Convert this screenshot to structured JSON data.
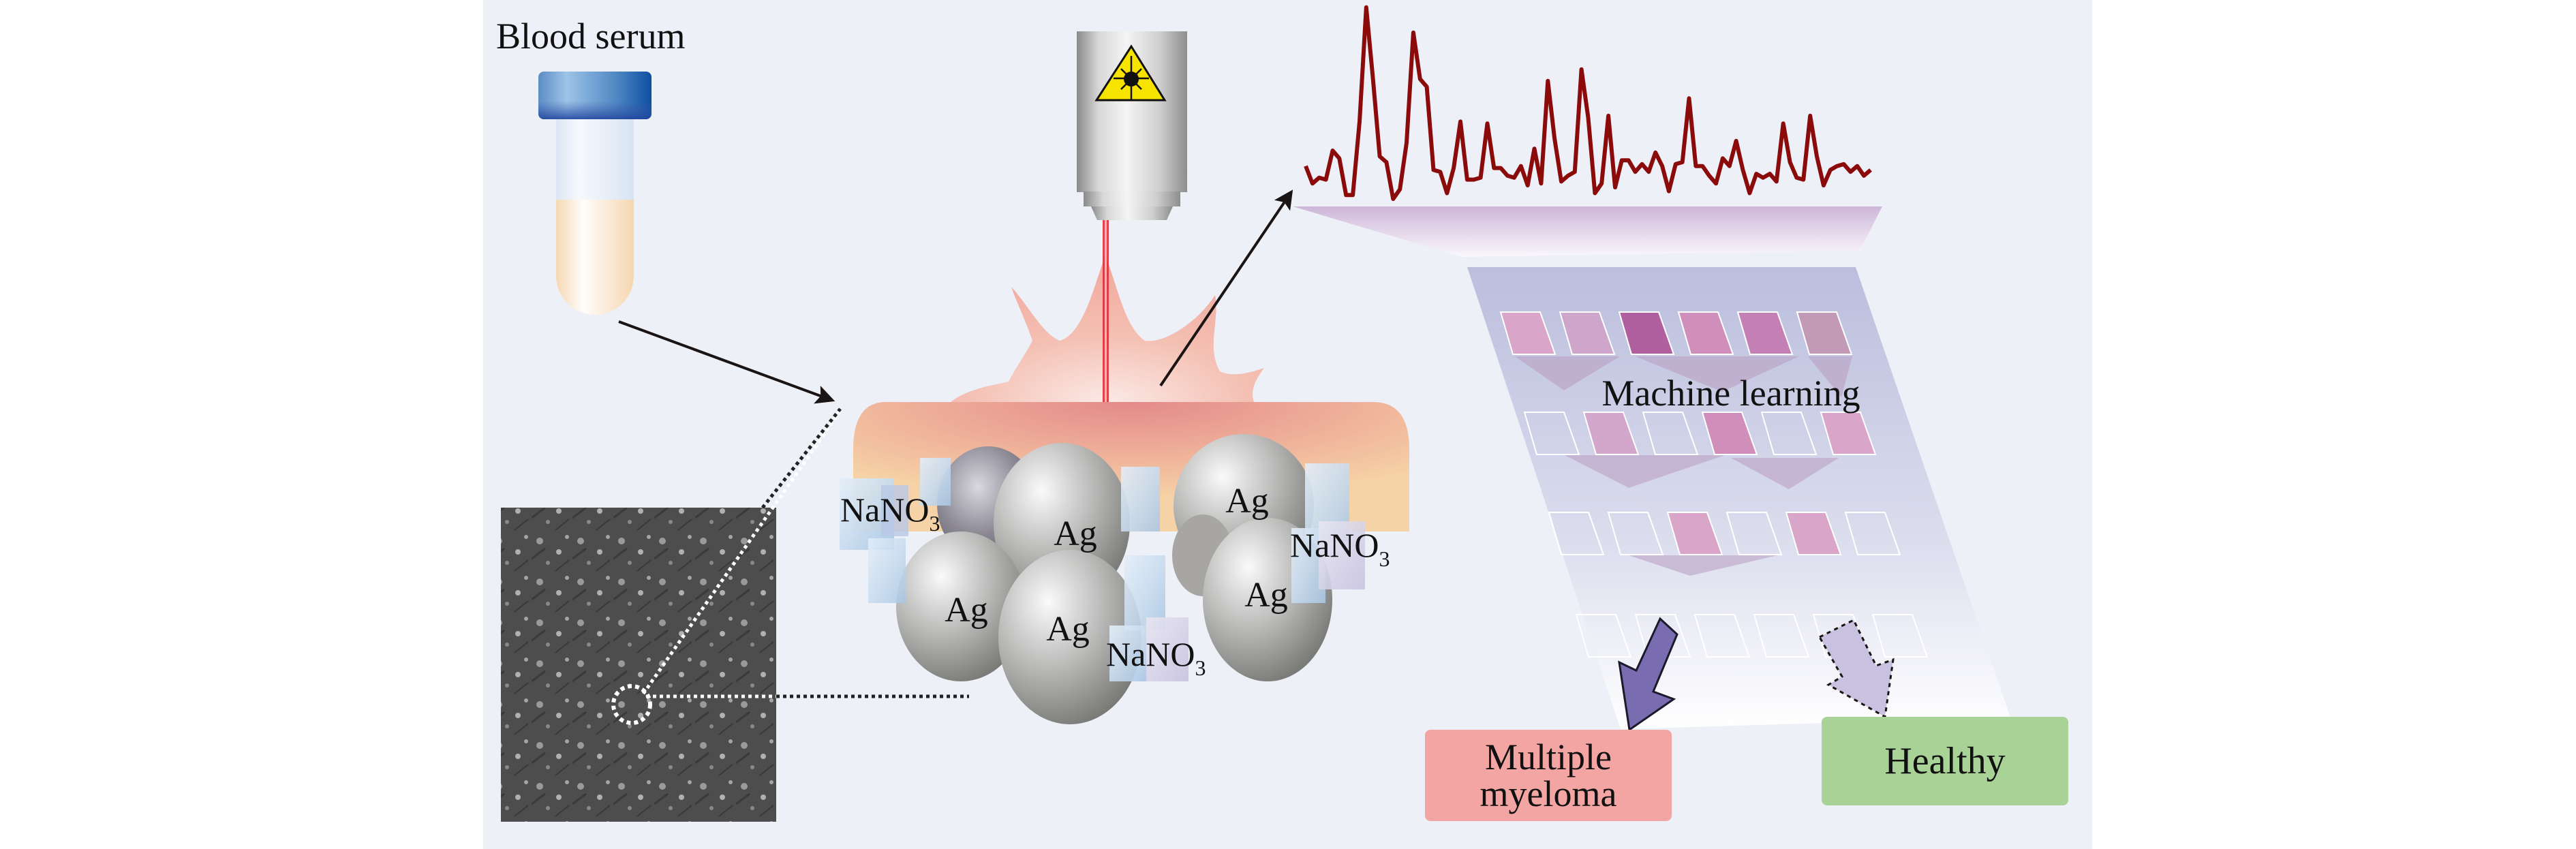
{
  "figure": {
    "title": "Blood serum SERS workflow with Ag / NaNO3 substrate and machine learning classification",
    "background_color": "#edf0f7"
  },
  "labels": {
    "blood_serum": "Blood serum",
    "machine_learning": "Machine learning",
    "ag": "Ag",
    "nano3_base": "NaNO",
    "nano3_sub": "3"
  },
  "particles": {
    "ag_labels": [
      "Ag",
      "Ag",
      "Ag",
      "Ag",
      "Ag"
    ],
    "nano3_labels": [
      "NaNO3",
      "NaNO3",
      "NaNO3"
    ]
  },
  "outcomes": [
    {
      "label": "Multiple myeloma",
      "line1": "Multiple",
      "line2": "myeloma",
      "color": "#f2a5a3",
      "arrow": "solid",
      "arrow_color": "#7a6cb0"
    },
    {
      "label": "Healthy",
      "color": "#a9d296",
      "arrow": "dashed",
      "arrow_color": "#c8c2e0"
    }
  ],
  "ml_grid": {
    "rows": [
      {
        "active": [
          true,
          true,
          true,
          true,
          true,
          true
        ],
        "colors": [
          "#d9a5c8",
          "#cfa6cb",
          "#b05f9f",
          "#d08fba",
          "#c47fb4",
          "#c39ab6"
        ]
      },
      {
        "active": [
          false,
          true,
          false,
          true,
          false,
          true
        ],
        "colors": [
          "",
          "#d3a6cc",
          "",
          "#d08fba",
          "",
          "#d9a5c8"
        ]
      },
      {
        "active": [
          false,
          false,
          true,
          false,
          true,
          false
        ],
        "colors": [
          "",
          "",
          "#d9a5c8",
          "",
          "#d9a5c8",
          ""
        ]
      },
      {
        "active": [
          false,
          false,
          false,
          false,
          false,
          false
        ],
        "colors": [
          "",
          "",
          "",
          "",
          "",
          ""
        ]
      }
    ]
  },
  "icons": {
    "laser_warning": "laser-warning-triangle",
    "sample_tube": "test-tube",
    "sem_image": "sem-micrograph"
  },
  "chart_data": {
    "type": "line",
    "title": "",
    "xlabel": "",
    "ylabel": "",
    "grid": false,
    "series": [
      {
        "name": "Raman spectrum",
        "color": "#8b0a0a",
        "x": [
          0,
          1,
          2,
          3,
          4,
          5,
          6,
          7,
          8,
          9,
          10,
          11,
          12,
          13,
          14,
          15,
          16,
          17,
          18,
          19,
          20,
          21,
          22,
          23,
          24,
          25,
          26,
          27,
          28,
          29,
          30,
          31,
          32,
          33,
          34,
          35,
          36,
          37,
          38,
          39,
          40,
          41,
          42,
          43,
          44,
          45,
          46,
          47,
          48,
          49,
          50,
          51,
          52,
          53,
          54,
          55,
          56,
          57,
          58,
          59,
          60,
          61,
          62,
          63,
          64,
          65,
          66,
          67,
          68,
          69,
          70,
          71,
          72,
          73,
          74,
          75,
          76,
          77,
          78,
          79,
          80,
          81,
          82,
          83,
          84
        ],
        "y": [
          0.17,
          0.08,
          0.11,
          0.1,
          0.25,
          0.21,
          0.02,
          0.02,
          0.4,
          0.99,
          0.62,
          0.22,
          0.19,
          0.0,
          0.05,
          0.29,
          0.86,
          0.62,
          0.58,
          0.15,
          0.14,
          0.03,
          0.16,
          0.4,
          0.1,
          0.1,
          0.11,
          0.39,
          0.16,
          0.16,
          0.12,
          0.11,
          0.17,
          0.07,
          0.26,
          0.08,
          0.61,
          0.31,
          0.09,
          0.12,
          0.14,
          0.67,
          0.42,
          0.03,
          0.08,
          0.43,
          0.06,
          0.2,
          0.2,
          0.14,
          0.18,
          0.14,
          0.24,
          0.17,
          0.04,
          0.18,
          0.19,
          0.52,
          0.17,
          0.17,
          0.12,
          0.08,
          0.21,
          0.17,
          0.3,
          0.15,
          0.03,
          0.13,
          0.11,
          0.13,
          0.09,
          0.39,
          0.19,
          0.11,
          0.1,
          0.43,
          0.22,
          0.07,
          0.15,
          0.17,
          0.18,
          0.14,
          0.17,
          0.12,
          0.15
        ],
        "normalized": true
      }
    ],
    "xlim": [
      0,
      84
    ],
    "ylim": [
      0,
      1
    ]
  }
}
